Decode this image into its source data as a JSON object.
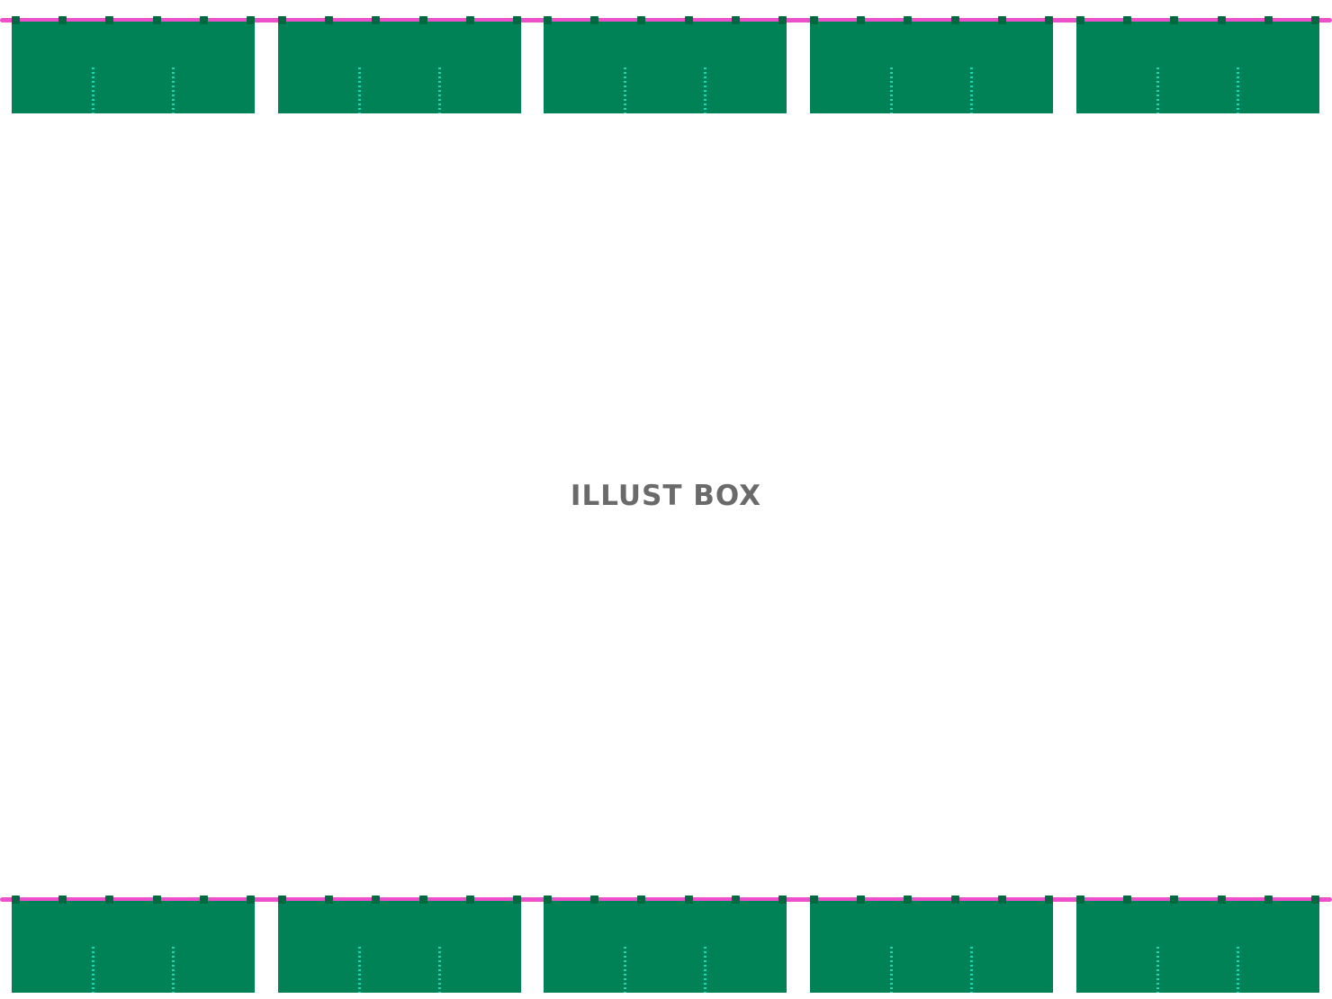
{
  "watermark": {
    "text": "ILLUST BOX"
  },
  "colors": {
    "panel": "#008256",
    "tab": "#00693f",
    "rope": "#ee4fcb",
    "seam": "#2ef0d2",
    "watermark": "#6a6a6a",
    "background": "#ffffff"
  },
  "banners": {
    "rows": [
      "top",
      "bottom"
    ],
    "panels_per_row": 5,
    "tabs_per_panel": 6,
    "seams_per_panel": 2
  }
}
